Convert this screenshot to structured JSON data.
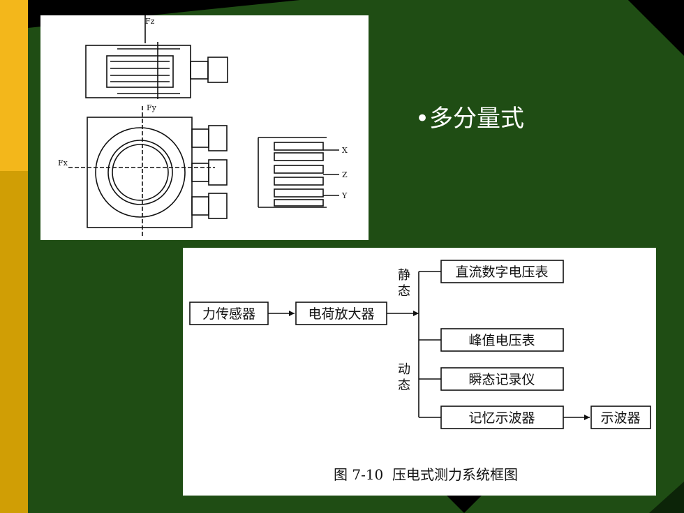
{
  "slide": {
    "bullet_text": "•多分量式",
    "colors": {
      "background": "#1F4D14",
      "accent_gold": "#F3B71B",
      "accent_gold_dark": "#D09E05"
    }
  },
  "sensor_drawing": {
    "force_labels": [
      "Fz",
      "Fy",
      "Fx"
    ],
    "stack_labels": [
      "X",
      "Z",
      "Y"
    ]
  },
  "block_diagram": {
    "static_label": "静\n态",
    "dynamic_label": "动\n态",
    "boxes": {
      "sensor": "力传感器",
      "amplifier": "电荷放大器",
      "dc_voltmeter": "直流数字电压表",
      "peak_voltmeter": "峰值电压表",
      "transient_recorder": "瞬态记录仪",
      "storage_scope": "记忆示波器",
      "oscilloscope": "示波器"
    },
    "caption": "图 7-10  压电式测力系统框图"
  }
}
